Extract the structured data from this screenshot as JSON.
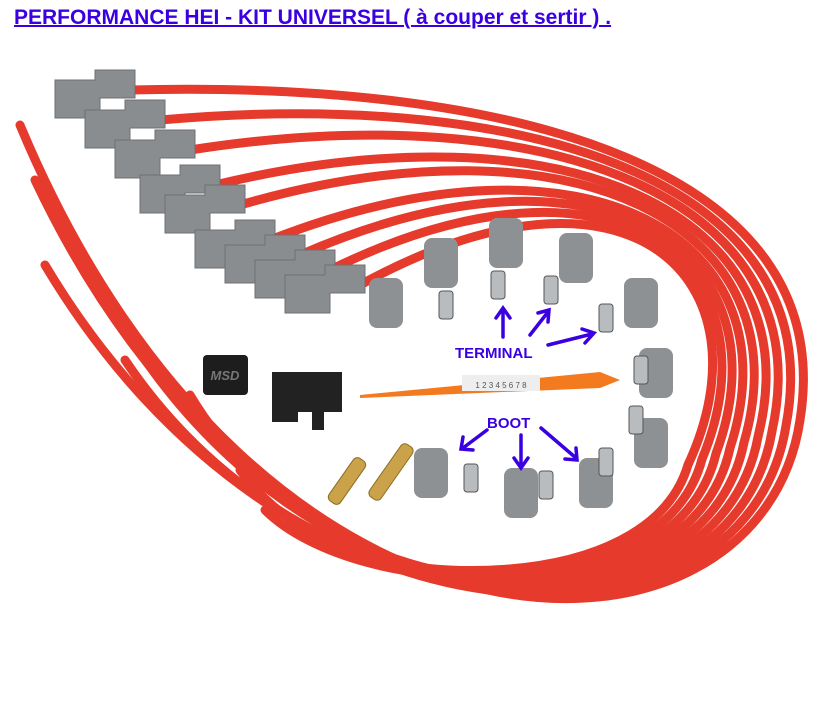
{
  "title": "PERFORMANCE HEI - KIT UNIVERSEL ( à couper et sertir ) .",
  "labels": {
    "terminal": "TERMINAL",
    "boot": "BOOT"
  },
  "photo_text": {
    "block_logo": "MSD",
    "tool_numbers": "1 2 3 4 5 6 7 8"
  },
  "colors": {
    "annotation": "#3a00e0",
    "wire": "#e8352a",
    "boot": "#8a8d90",
    "tool": "#f47a20"
  }
}
